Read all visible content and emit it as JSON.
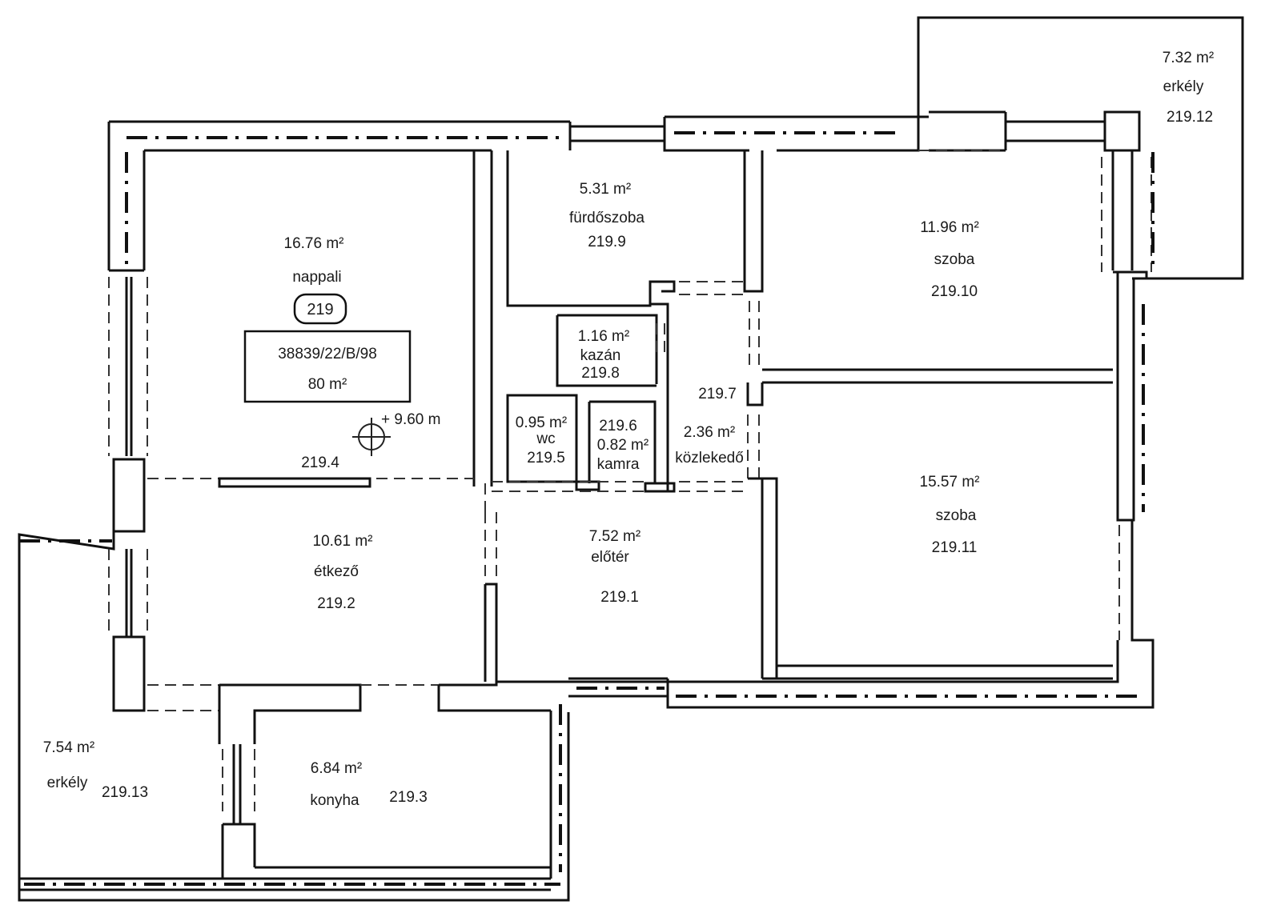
{
  "plan": {
    "parcel_id": "38839/22/B/98",
    "total_area": "80 m²",
    "unit_number": "219",
    "elevation": "+ 9.60 m",
    "rooms": {
      "nappali": {
        "area": "16.76 m²",
        "name": "nappali"
      },
      "furdoszoba": {
        "area": "5.31 m²",
        "name": "fürdőszoba",
        "code": "219.9"
      },
      "szoba_10": {
        "area": "11.96 m²",
        "name": "szoba",
        "code": "219.10"
      },
      "erkely_12": {
        "area": "7.32 m²",
        "name": "erkély",
        "code": "219.12"
      },
      "kazan": {
        "area": "1.16 m²",
        "name": "kazán",
        "code": "219.8"
      },
      "wc": {
        "area": "0.95 m²",
        "name": "wc",
        "code": "219.5"
      },
      "kamra": {
        "area": "0.82 m²",
        "name": "kamra",
        "code": "219.6"
      },
      "kozlekedo": {
        "area": "2.36 m²",
        "name": "közlekedő",
        "code": "219.7"
      },
      "nappali_code": "219.4",
      "szoba_11": {
        "area": "15.57 m²",
        "name": "szoba",
        "code": "219.11"
      },
      "etkezo": {
        "area": "10.61 m²",
        "name": "étkező",
        "code": "219.2"
      },
      "eloter": {
        "area": "7.52 m²",
        "name": "előtér",
        "code": "219.1"
      },
      "erkely_13": {
        "area": "7.54 m²",
        "name": "erkély",
        "code": "219.13"
      },
      "konyha": {
        "area": "6.84 m²",
        "name": "konyha",
        "code": "219.3"
      }
    }
  }
}
